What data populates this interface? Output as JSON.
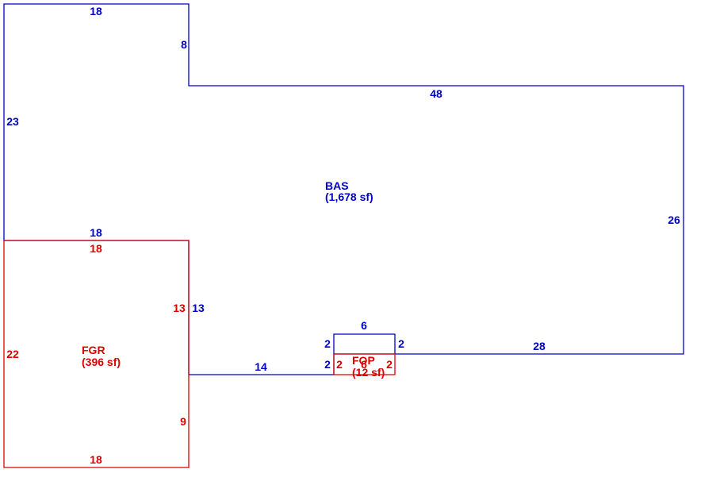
{
  "colors": {
    "bas": "#0000cc",
    "fgr": "#dd0000",
    "fop": "#dd0000"
  },
  "areas": {
    "bas": {
      "code": "BAS",
      "area": "(1,678 sf)"
    },
    "fgr": {
      "code": "FGR",
      "area": "(396 sf)"
    },
    "fop": {
      "code": "FOP",
      "area": "(12 sf)"
    }
  },
  "dimensions": {
    "bas": {
      "top_left": "18",
      "left_notch": "8",
      "top_right": "48",
      "left": "23",
      "right": "26",
      "bottom_right": "28",
      "bump_top": "6",
      "bump_left": "2",
      "bump_right": "2",
      "step_down": "2",
      "bottom_middle": "14",
      "garage_side": "13",
      "garage_top": "18"
    },
    "fgr": {
      "top": "18",
      "left": "22",
      "right_upper": "13",
      "right_lower": "9",
      "bottom": "18"
    },
    "fop": {
      "left": "2",
      "right": "2",
      "bottom": "6"
    }
  }
}
